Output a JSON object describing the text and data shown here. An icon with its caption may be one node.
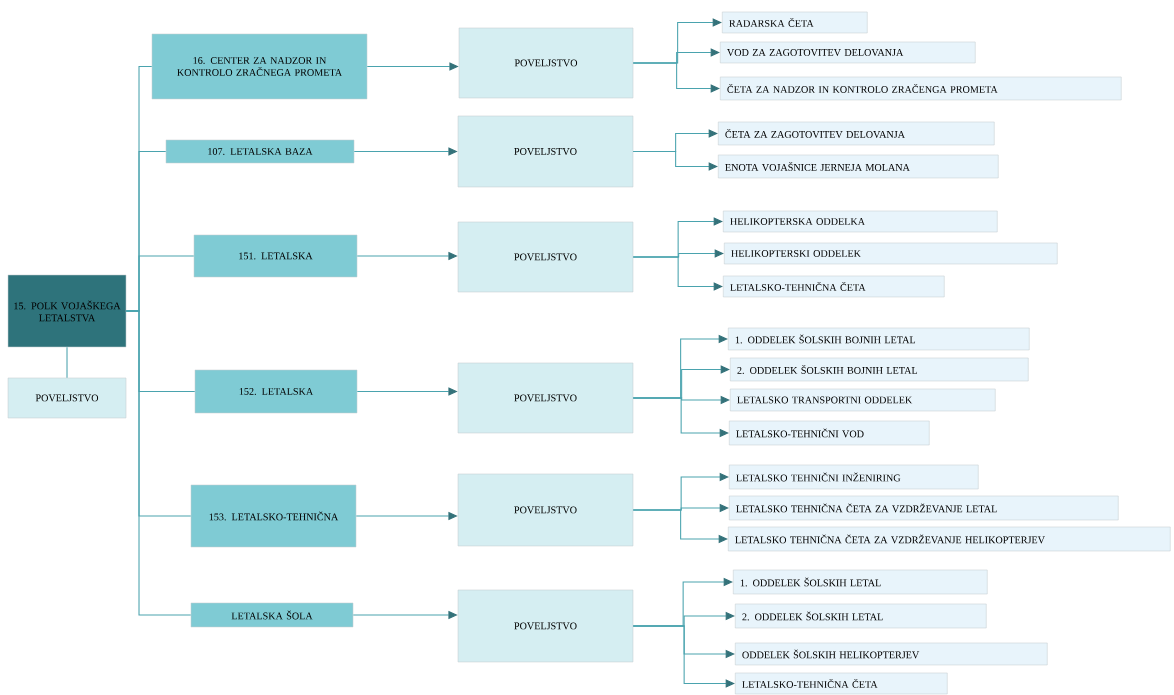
{
  "diagram": {
    "nodes": [
      {
        "text": [
          "15. POLK VOJAŠKEGA LETALSTVA"
        ]
      },
      {
        "text": [
          "POVELJSTVO"
        ]
      },
      {
        "text": [
          "16. CENTER ZA NADZOR IN KONTROLO ZRAČNEGA PROMETA"
        ]
      },
      {
        "text": [
          "POVELJSTVO"
        ]
      },
      {
        "text": [
          "RADARSKA ČETA"
        ]
      },
      {
        "text": [
          "VOD ZA ZAGOTOVITEV DELOVANJA"
        ]
      },
      {
        "text": [
          "ČETA ZA NADZOR IN KONTROLO ZRAČENGA PROMETA"
        ]
      },
      {
        "text": [
          "107. LETALSKA BAZA"
        ]
      },
      {
        "text": [
          "POVELJSTVO"
        ]
      },
      {
        "text": [
          "ČETA ZA ZAGOTOVITEV DELOVANJA"
        ]
      },
      {
        "text": [
          "ENOTA VOJAŠNICE JERNEJA MOLANA"
        ]
      },
      {
        "text": [
          "151. LETALSKA"
        ]
      },
      {
        "text": [
          "POVELJSTVO"
        ]
      },
      {
        "text": [
          "HELIKOPTERSKA ODDELKA"
        ]
      },
      {
        "text": [
          "HELIKOPTERSKI ODDELEK"
        ]
      },
      {
        "text": [
          "LETALSKO-TEHNIČNA ČETA"
        ]
      },
      {
        "text": [
          "152. LETALSKA"
        ]
      },
      {
        "text": [
          "POVELJSTVO"
        ]
      },
      {
        "text": [
          "1. ODDELEK ŠOLSKIH BOJNIH LETAL"
        ]
      },
      {
        "text": [
          "2. ODDELEK ŠOLSKIH BOJNIH LETAL"
        ]
      },
      {
        "text": [
          "LETALSKO TRANSPORTNI ODDELEK"
        ]
      },
      {
        "text": [
          "LETALSKO-TEHNIČNI VOD"
        ]
      },
      {
        "text": [
          "153. LETALSKO-TEHNIČNA"
        ]
      },
      {
        "text": [
          "POVELJSTVO"
        ]
      },
      {
        "text": [
          "LETALSKO TEHNIČNI INŽENIRING"
        ]
      },
      {
        "text": [
          "LETALSKO TEHNIČNA ČETA ZA VZDRŽEVANJE LETAL"
        ]
      },
      {
        "text": [
          "LETALSKO TEHNIČNA ČETA ZA VZDRŽEVANJE HELIKOPTERJEV"
        ]
      },
      {
        "text": [
          "LETALSKA ŠOLA"
        ]
      },
      {
        "text": [
          "POVELJSTVO"
        ]
      },
      {
        "text": [
          "1. ODDELEK ŠOLSKIH LETAL"
        ]
      },
      {
        "text": [
          "2. ODDELEK ŠOLSKIH LETAL"
        ]
      },
      {
        "text": [
          "ODDELEK ŠOLSKIH HELIKOPTERJEV"
        ]
      },
      {
        "text": [
          "LETALSKO-TEHNIČNA ČETA"
        ]
      }
    ],
    "edges": [
      {
        "from": 0,
        "to": 1,
        "arrow": "none"
      },
      {
        "from": 0,
        "to": 2,
        "arrow": "none"
      },
      {
        "from": 0,
        "to": 7,
        "arrow": "none"
      },
      {
        "from": 0,
        "to": 11,
        "arrow": "none"
      },
      {
        "from": 0,
        "to": 16,
        "arrow": "none"
      },
      {
        "from": 0,
        "to": 22,
        "arrow": "none"
      },
      {
        "from": 0,
        "to": 27,
        "arrow": "none"
      },
      {
        "from": 2,
        "to": 3,
        "arrow": "to"
      },
      {
        "from": 7,
        "to": 8,
        "arrow": "to"
      },
      {
        "from": 11,
        "to": 12,
        "arrow": "to"
      },
      {
        "from": 16,
        "to": 17,
        "arrow": "to"
      },
      {
        "from": 22,
        "to": 23,
        "arrow": "to"
      },
      {
        "from": 27,
        "to": 28,
        "arrow": "to"
      },
      {
        "from": 3,
        "to": 4,
        "arrow": "to"
      },
      {
        "from": 3,
        "to": 5,
        "arrow": "to"
      },
      {
        "from": 3,
        "to": 6,
        "arrow": "to"
      },
      {
        "from": 8,
        "to": 9,
        "arrow": "to"
      },
      {
        "from": 8,
        "to": 10,
        "arrow": "to"
      },
      {
        "from": 12,
        "to": 13,
        "arrow": "to"
      },
      {
        "from": 12,
        "to": 14,
        "arrow": "to"
      },
      {
        "from": 12,
        "to": 15,
        "arrow": "to"
      },
      {
        "from": 17,
        "to": 18,
        "arrow": "to"
      },
      {
        "from": 17,
        "to": 19,
        "arrow": "to"
      },
      {
        "from": 17,
        "to": 20,
        "arrow": "to"
      },
      {
        "from": 17,
        "to": 21,
        "arrow": "to"
      },
      {
        "from": 23,
        "to": 24,
        "arrow": "to"
      },
      {
        "from": 23,
        "to": 25,
        "arrow": "to"
      },
      {
        "from": 23,
        "to": 26,
        "arrow": "to"
      },
      {
        "from": 28,
        "to": 29,
        "arrow": "to"
      },
      {
        "from": 28,
        "to": 30,
        "arrow": "to"
      },
      {
        "from": 28,
        "to": 31,
        "arrow": "to"
      },
      {
        "from": 28,
        "to": 32,
        "arrow": "to"
      }
    ]
  }
}
